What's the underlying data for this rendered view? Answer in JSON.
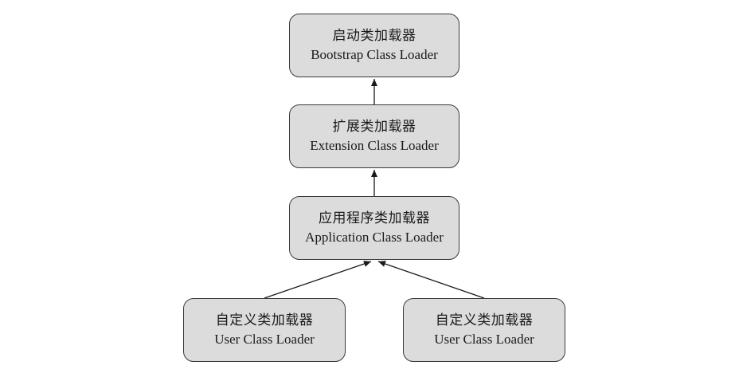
{
  "nodes": {
    "bootstrap": {
      "zh": "启动类加载器",
      "en": "Bootstrap Class Loader"
    },
    "extension": {
      "zh": "扩展类加载器",
      "en": "Extension Class Loader"
    },
    "application": {
      "zh": "应用程序类加载器",
      "en": "Application Class Loader"
    },
    "user_1": {
      "zh": "自定义类加载器",
      "en": "User Class Loader"
    },
    "user_2": {
      "zh": "自定义类加载器",
      "en": "User Class Loader"
    }
  },
  "edges": [
    {
      "from": "extension",
      "to": "bootstrap"
    },
    {
      "from": "application",
      "to": "extension"
    },
    {
      "from": "user_1",
      "to": "application"
    },
    {
      "from": "user_2",
      "to": "application"
    }
  ],
  "colors": {
    "node_fill": "#dcdcdc",
    "node_border": "#3a3a3a",
    "arrow": "#1a1a1a"
  }
}
